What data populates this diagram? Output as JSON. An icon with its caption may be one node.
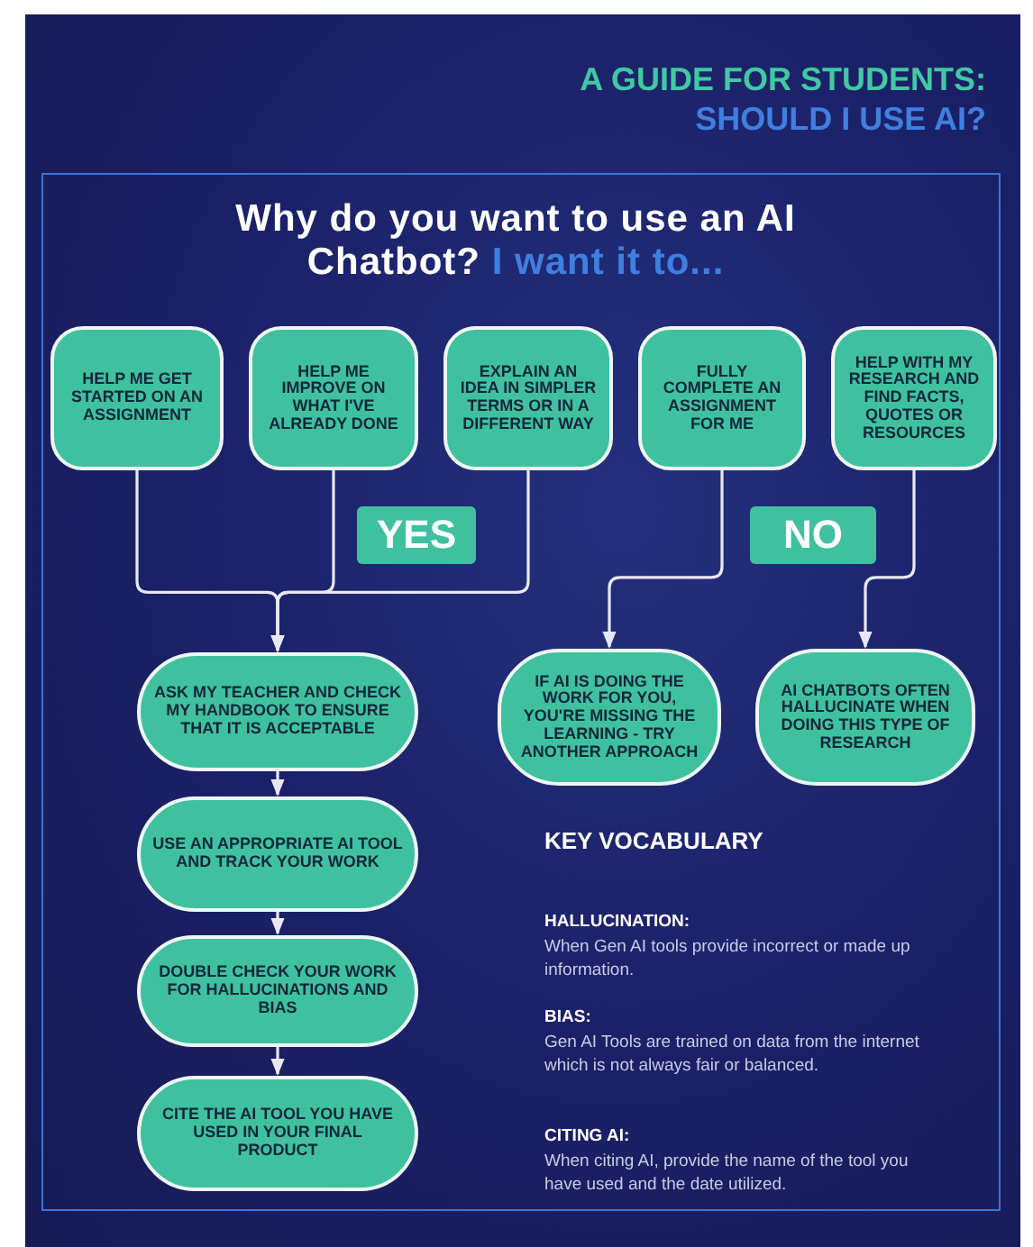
{
  "diagram": {
    "title": "A GUIDE FOR STUDENTS:",
    "nodes": [
      {
        "text": [
          "HELP ME GET STARTED ON AN ASSIGNMENT"
        ]
      },
      {
        "text": [
          "HELP ME IMPROVE ON WHAT I'VE ALREADY DONE"
        ]
      },
      {
        "text": [
          "EXPLAIN AN IDEA IN SIMPLER TERMS OR IN A DIFFERENT WAY"
        ]
      },
      {
        "text": [
          "FULLY COMPLETE AN ASSIGNMENT FOR ME"
        ]
      },
      {
        "text": [
          "HELP WITH MY RESEARCH AND FIND FACTS, QUOTES OR RESOURCES"
        ]
      },
      {
        "text": [
          "YES"
        ]
      },
      {
        "text": [
          "NO"
        ]
      },
      {
        "text": [
          "ASK MY TEACHER AND CHECK MY HANDBOOK TO ENSURE THAT IT IS ACCEPTABLE"
        ]
      },
      {
        "text": [
          "IF AI IS DOING THE WORK FOR YOU, YOU'RE MISSING THE LEARNING - TRY ANOTHER APPROACH"
        ]
      },
      {
        "text": [
          "AI CHATBOTS OFTEN HALLUCINATE WHEN DOING THIS TYPE OF RESEARCH"
        ]
      },
      {
        "text": [
          "USE AN APPROPRIATE AI TOOL AND TRACK YOUR WORK"
        ]
      },
      {
        "text": [
          "DOUBLE CHECK YOUR WORK FOR HALLUCINATIONS AND BIAS"
        ]
      },
      {
        "text": [
          "CITE THE AI TOOL YOU HAVE USED IN YOUR FINAL PRODUCT"
        ]
      }
    ],
    "edges": [
      {
        "from": 0,
        "to": 7,
        "arrow": "to"
      },
      {
        "from": 1,
        "to": 7,
        "arrow": "to"
      },
      {
        "from": 2,
        "to": 7,
        "arrow": "to"
      },
      {
        "from": 3,
        "to": 8,
        "arrow": "to"
      },
      {
        "from": 4,
        "to": 9,
        "arrow": "to"
      },
      {
        "from": 7,
        "to": 10,
        "arrow": "to"
      },
      {
        "from": 10,
        "to": 11,
        "arrow": "to"
      },
      {
        "from": 11,
        "to": 12,
        "arrow": "to"
      }
    ],
    "labels": [
      "SHOULD I USE AI?",
      "Why do you want to use an AI Chatbot?",
      "I want it to...",
      "KEY VOCABULARY",
      "HALLUCINATION:",
      "When Gen AI tools provide incorrect or made up information.",
      "BIAS:",
      "Gen AI Tools are trained on data from the internet which is not always fair or balanced.",
      "CITING AI:",
      "When citing AI, provide the name of the tool you have used and the date utilized."
    ]
  }
}
